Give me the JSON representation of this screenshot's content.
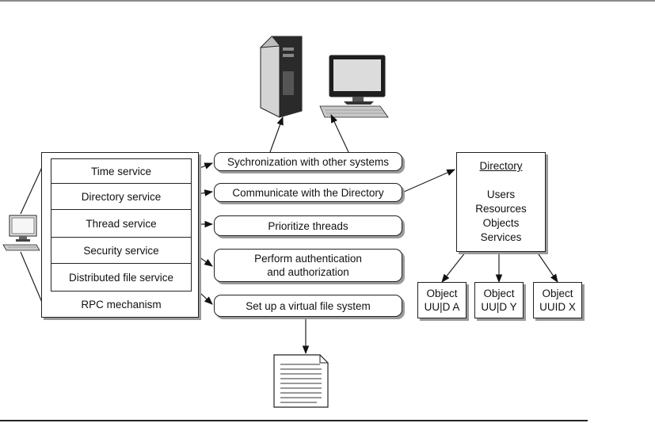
{
  "services": [
    "Time service",
    "Directory service",
    "Thread service",
    "Security service",
    "Distributed file service"
  ],
  "rpc_label": "RPC mechanism",
  "actions": {
    "sync": "Sychronization with other systems",
    "communicate": "Communicate with the Directory",
    "prioritize": "Prioritize threads",
    "auth_line1": "Perform authentication",
    "auth_line2": "and authorization",
    "virtual_fs": "Set up a virtual file system"
  },
  "directory": {
    "title": "Directory",
    "items": [
      "Users",
      "Resources",
      "Objects",
      "Services"
    ]
  },
  "objects": [
    {
      "line1": "Object",
      "line2": "UU|D A"
    },
    {
      "line1": "Object",
      "line2": "UU|D Y"
    },
    {
      "line1": "Object",
      "line2": "UUID X"
    }
  ]
}
